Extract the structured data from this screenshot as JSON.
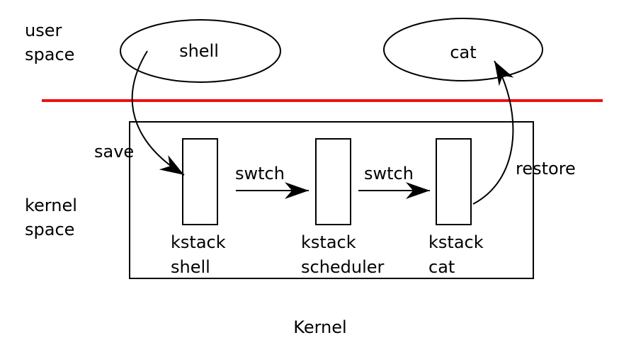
{
  "regions": {
    "user_space_line1": "user",
    "user_space_line2": "space",
    "kernel_space_line1": "kernel",
    "kernel_space_line2": "space"
  },
  "processes": {
    "shell": "shell",
    "cat": "cat"
  },
  "stacks": [
    {
      "line1": "kstack",
      "line2": "shell"
    },
    {
      "line1": "kstack",
      "line2": "scheduler"
    },
    {
      "line1": "kstack",
      "line2": "cat"
    }
  ],
  "transitions": {
    "save": "save",
    "switch1": "swtch",
    "switch2": "swtch",
    "restore": "restore"
  },
  "caption": "Kernel",
  "colors": {
    "boundary": "#ee1111",
    "stroke": "#000000"
  }
}
